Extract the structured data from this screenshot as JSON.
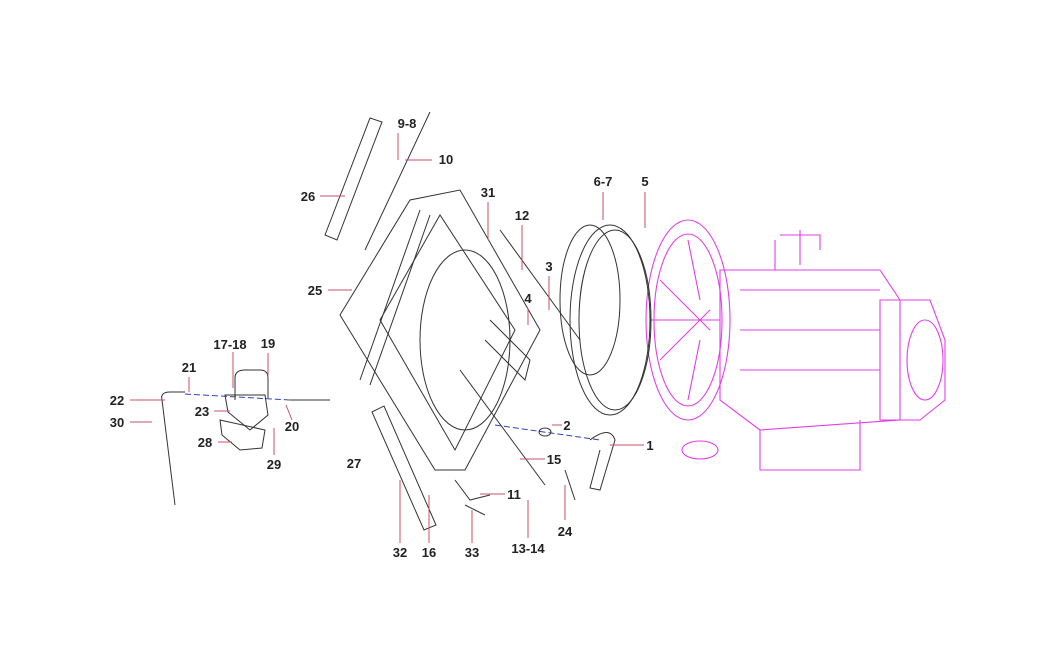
{
  "diagram": {
    "type": "exploded parts diagram",
    "colors": {
      "parts": "#333333",
      "leaders": "#c8506a",
      "engine": "#e040e8",
      "centerline": "#3040c0"
    },
    "labels": [
      "9-8",
      "10",
      "26",
      "31",
      "12",
      "6-7",
      "5",
      "3",
      "25",
      "4",
      "17-18",
      "19",
      "21",
      "22",
      "30",
      "23",
      "20",
      "28",
      "29",
      "2",
      "1",
      "27",
      "15",
      "11",
      "24",
      "13-14",
      "32",
      "16",
      "33"
    ]
  }
}
